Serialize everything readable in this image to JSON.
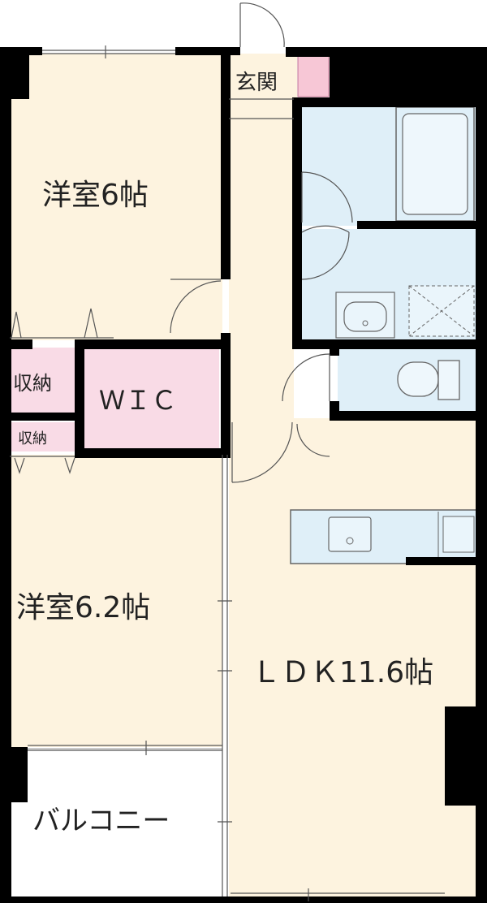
{
  "rooms": {
    "western_room_top": "洋室6帖",
    "western_room_bottom": "洋室6.2帖",
    "ldk": "ＬＤＫ11.6帖",
    "wic": "ＷＩＣ",
    "storage_upper": "収納",
    "storage_lower": "収納",
    "entrance": "玄関",
    "balcony": "バルコニー"
  },
  "colors": {
    "room_fill": "#fdf3df",
    "wet_area_fill": "#dfeff8",
    "storage_fill": "#f9dbe6",
    "entrance_accent": "#f7c7d6",
    "wall": "#000000",
    "balcony_fill": "#ffffff"
  }
}
